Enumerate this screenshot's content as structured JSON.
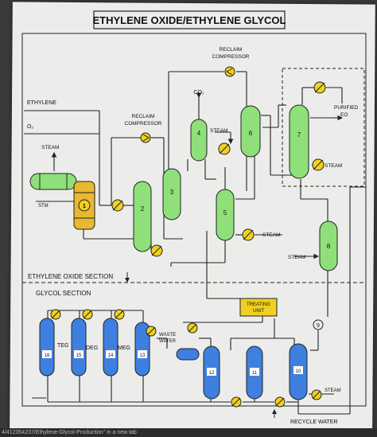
{
  "title": "ETHYLENE OXIDE/ETHYLENE GLYCOL",
  "labels": {
    "ethylene": "ETHYLENE",
    "o2": "O₂",
    "steam_in": "STEAM",
    "reclaim_compressor_left": "RECLAIM\nCOMPRESSOR",
    "reclaim_compressor_top": "RECLAIM\nCOMPRESSOR",
    "co2": "CO₂",
    "steam_col4": "STEAM",
    "purified_eo": "PURIFIED\nEO",
    "steam_col7": "STEAM",
    "steam_col5": "STEAM",
    "steam_col8": "STEAM",
    "stm": "STM",
    "eo_section": "ETHYLENE OXIDE SECTION",
    "glycol_section": "GLYCOL SECTION",
    "teg": "TEG",
    "deg": "DEG",
    "meg": "MEG",
    "waste_water": "WASTE\nWATER",
    "treating_unit": "TREATING\nUNIT",
    "steam_col10": "STEAM",
    "recycle_water": "RECYCLE WATER",
    "caption": "4/412354237/Ethylene-Glycol-Production\" in a new tab"
  },
  "columns": {
    "c1": "1",
    "c2": "2",
    "c3": "3",
    "c4": "4",
    "c5": "5",
    "c6": "6",
    "c7": "7",
    "c8": "8",
    "c9": "9",
    "c10": "10",
    "c11": "11",
    "c12": "12",
    "c13": "13",
    "c14": "14",
    "c15": "15",
    "c16": "16"
  },
  "colors": {
    "green": "#8fe07a",
    "blue": "#3f7fe0",
    "yellow": "#f0d020",
    "reactor": "#e8b830",
    "line": "#222222"
  }
}
